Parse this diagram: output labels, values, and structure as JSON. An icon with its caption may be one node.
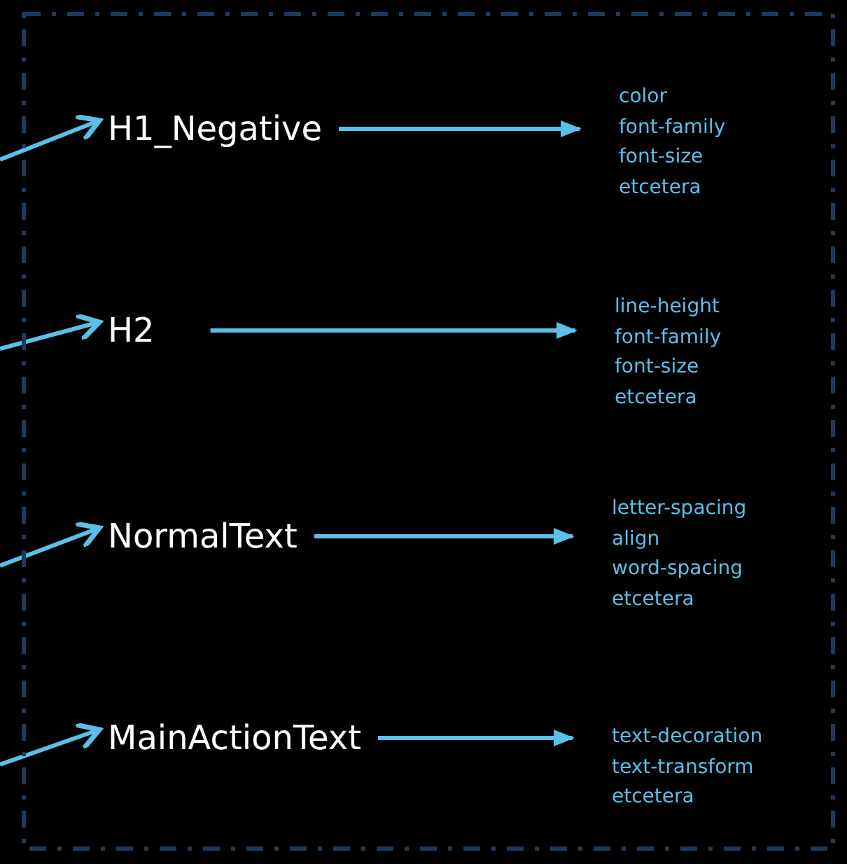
{
  "diagram": {
    "nodes": [
      {
        "text": [],
        "shape": "box"
      },
      {
        "text": [
          "H1_Negative"
        ],
        "in": 0
      },
      {
        "text": [
          "color",
          "font-family",
          "font-size",
          "etcetera"
        ],
        "in": 0
      },
      {
        "text": [
          "H2"
        ],
        "in": 0
      },
      {
        "text": [
          "line-height",
          "font-family",
          "font-size",
          "etcetera"
        ],
        "in": 0
      },
      {
        "text": [
          "NormalText"
        ],
        "in": 0
      },
      {
        "text": [
          "letter-spacing",
          "align",
          "word-spacing",
          "etcetera"
        ],
        "in": 0
      },
      {
        "text": [
          "MainActionText"
        ],
        "in": 0
      },
      {
        "text": [
          "text-decoration",
          "text-transform",
          "etcetera"
        ],
        "in": 0
      }
    ],
    "edges": [
      {
        "from": null,
        "to": 1,
        "arrow": "to"
      },
      {
        "from": 1,
        "to": 2,
        "arrow": "to"
      },
      {
        "from": null,
        "to": 3,
        "arrow": "to"
      },
      {
        "from": 3,
        "to": 4,
        "arrow": "to"
      },
      {
        "from": null,
        "to": 5,
        "arrow": "to"
      },
      {
        "from": 5,
        "to": 6,
        "arrow": "to"
      },
      {
        "from": null,
        "to": 7,
        "arrow": "to"
      },
      {
        "from": 7,
        "to": 8,
        "arrow": "to"
      }
    ]
  }
}
